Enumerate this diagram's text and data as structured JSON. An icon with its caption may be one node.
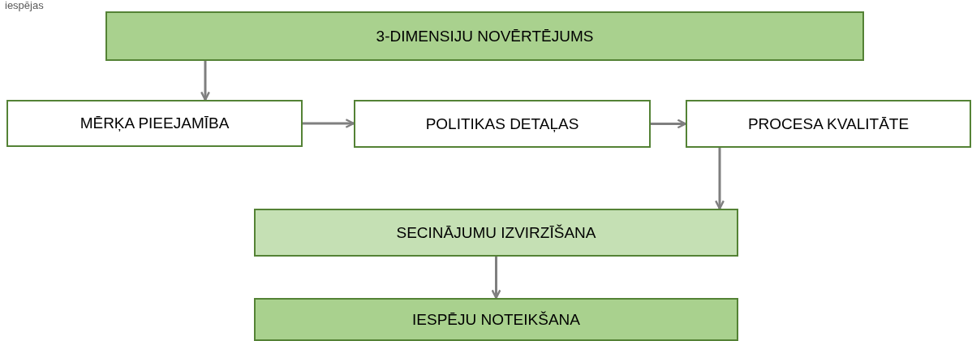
{
  "diagram": {
    "nodes": [
      {
        "text": [
          "3-DIMENSIJU NOVĒRTĒJUMS"
        ]
      },
      {
        "text": [
          "MĒRĶA PIEEJAMĪBA"
        ]
      },
      {
        "text": [
          "POLITIKAS DETAĻAS"
        ]
      },
      {
        "text": [
          "PROCESA KVALITĀTE"
        ]
      },
      {
        "text": [
          "SECINĀJUMU IZVIRZĪŠANA"
        ]
      },
      {
        "text": [
          "IESPĒJU NOTEIKŠANA"
        ]
      }
    ],
    "edges": [
      {
        "from": 0,
        "to": 1,
        "arrow": "to"
      },
      {
        "from": 1,
        "to": 2,
        "arrow": "to"
      },
      {
        "from": 2,
        "to": 3,
        "arrow": "to"
      },
      {
        "from": 3,
        "to": 4,
        "arrow": "to"
      },
      {
        "from": 4,
        "to": 5,
        "arrow": "to"
      }
    ],
    "labels": [
      "iespējas"
    ]
  }
}
